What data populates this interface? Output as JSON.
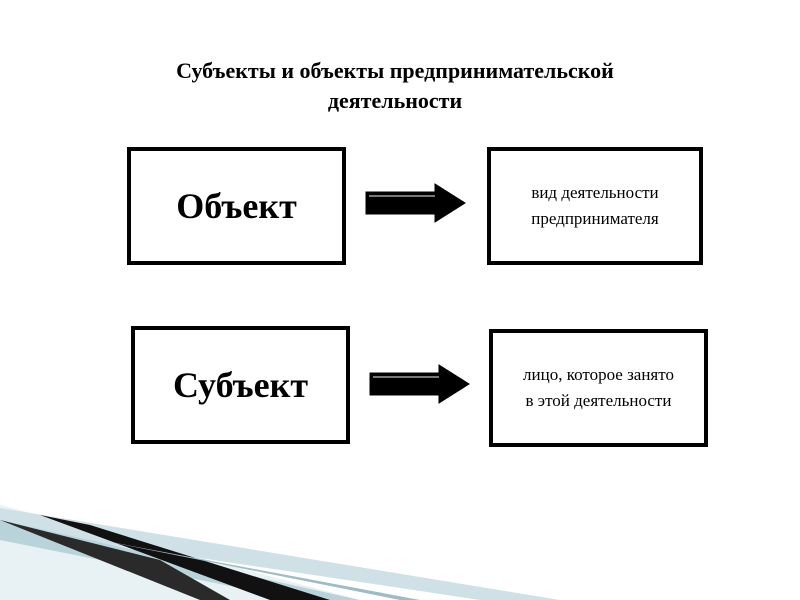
{
  "slide": {
    "title_line1": "Субъекты и объекты предпринимательской",
    "title_line2": "деятельности"
  },
  "rows": [
    {
      "term": "Объект",
      "definition_line1": "вид деятельности",
      "definition_line2": "предпринимателя"
    },
    {
      "term": "Субъект",
      "definition_line1": "лицо, которое занято",
      "definition_line2": "в этой деятельности"
    }
  ],
  "colors": {
    "ink": "#000000",
    "background": "#ffffff",
    "decor_dark": "#111111",
    "decor_light": "#b9d3da"
  }
}
